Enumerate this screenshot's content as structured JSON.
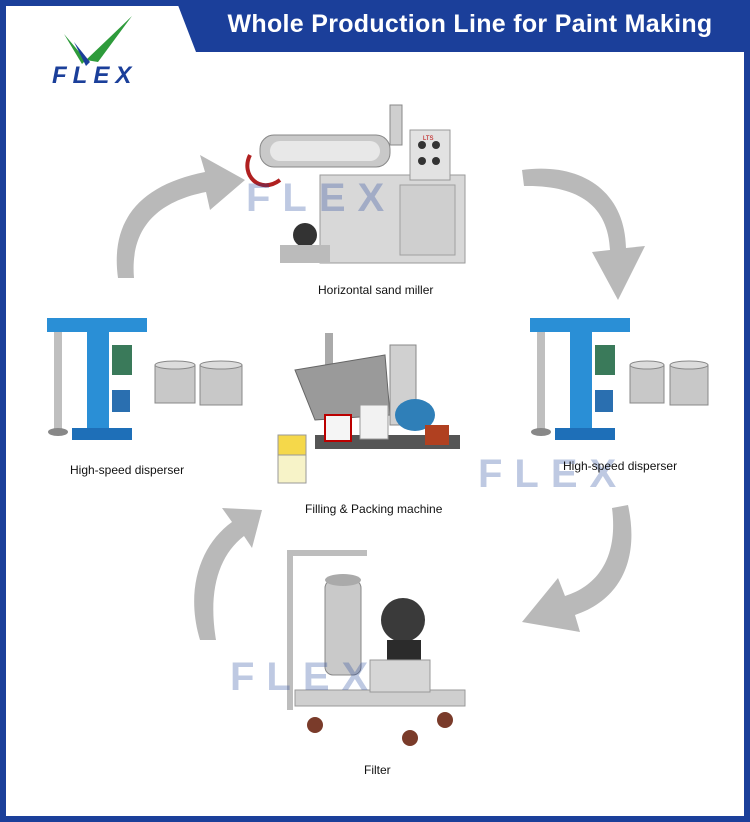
{
  "header": {
    "title": "Whole Production Line for Paint Making",
    "brand_color": "#1b3f9a",
    "accent_color": "#2e9b3b"
  },
  "logo": {
    "text": "FLEX",
    "icon": "checkmark-v-icon"
  },
  "watermark": {
    "text": "FLEX"
  },
  "stations": {
    "sand_miller": "Horizontal sand miller",
    "disperser_left": "High-speed disperser",
    "disperser_right": "High-speed disperser",
    "filling": "Filling & Packing machine",
    "filter": "Filter"
  },
  "machine_panel": {
    "code": "LTS"
  },
  "arrows": {
    "color": "#b7b7b7",
    "direction": "clockwise"
  }
}
